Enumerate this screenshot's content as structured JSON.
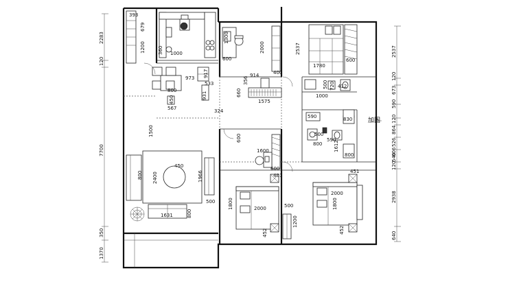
{
  "labels": {
    "d2283": "2283",
    "d120a": "120",
    "d7700": "7700",
    "d350": "350",
    "d1370": "1370",
    "d393": "393",
    "d679": "679",
    "d1200a": "1200",
    "d1000a": "1000",
    "d360a": "360",
    "d917": "917",
    "d973": "973",
    "d533": "533",
    "d800a": "800",
    "d450a": "450",
    "d567": "567",
    "d931": "931",
    "d324": "324",
    "d1500": "1500",
    "d450b": "450",
    "d800b": "800",
    "d2400": "2400",
    "d1966": "1966",
    "d500a": "500",
    "d1631": "1631",
    "d800c": "800",
    "d1300": "1300",
    "d600a": "600",
    "d2000a": "2000",
    "d400a": "400",
    "d914": "914",
    "d356": "356",
    "d660": "660",
    "d1575": "1575",
    "d2537a": "2537",
    "d1780": "1780",
    "d600b": "600",
    "d500b": "500",
    "d720": "720",
    "d412": "412",
    "d1000b": "1000",
    "d590a": "590",
    "d830": "830",
    "d500c": "500",
    "d590b": "590",
    "d1612": "1612",
    "d800d": "800",
    "d800e": "800",
    "jiagu": "加固",
    "d600c": "600",
    "d1600": "1600",
    "d600d": "600",
    "d401": "401",
    "d1800a": "1800",
    "d2000b": "2000",
    "d500d": "500",
    "d452a": "452",
    "d1200b": "1200",
    "d451": "451",
    "d2000c": "2000",
    "d1800b": "1800",
    "d452b": "452",
    "r2537": "2537",
    "r120a": "120",
    "r673": "673",
    "r590": "590",
    "r120b": "120",
    "r864": "864",
    "r526": "526",
    "r606": "606",
    "r120c": "120",
    "r540": "540",
    "r2938": "2938",
    "r640": "640"
  }
}
